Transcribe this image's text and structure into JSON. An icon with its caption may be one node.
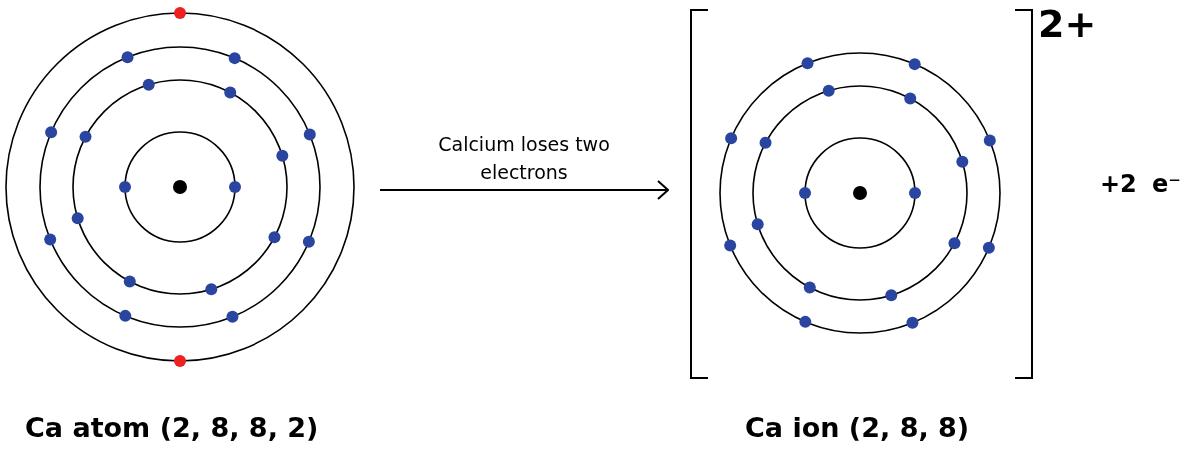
{
  "diagram": {
    "nodes": [
      {
        "text": [
          "Ca atom (2, 8, 8, 2)"
        ]
      },
      {
        "text": [
          "2+",
          "Ca ion (2, 8, 8)"
        ]
      }
    ],
    "edges": [
      {
        "from": 0,
        "to": 1,
        "arrow": "to",
        "label": "Calcium loses two electrons"
      }
    ],
    "labels": [
      "+2",
      "e⁻"
    ]
  }
}
